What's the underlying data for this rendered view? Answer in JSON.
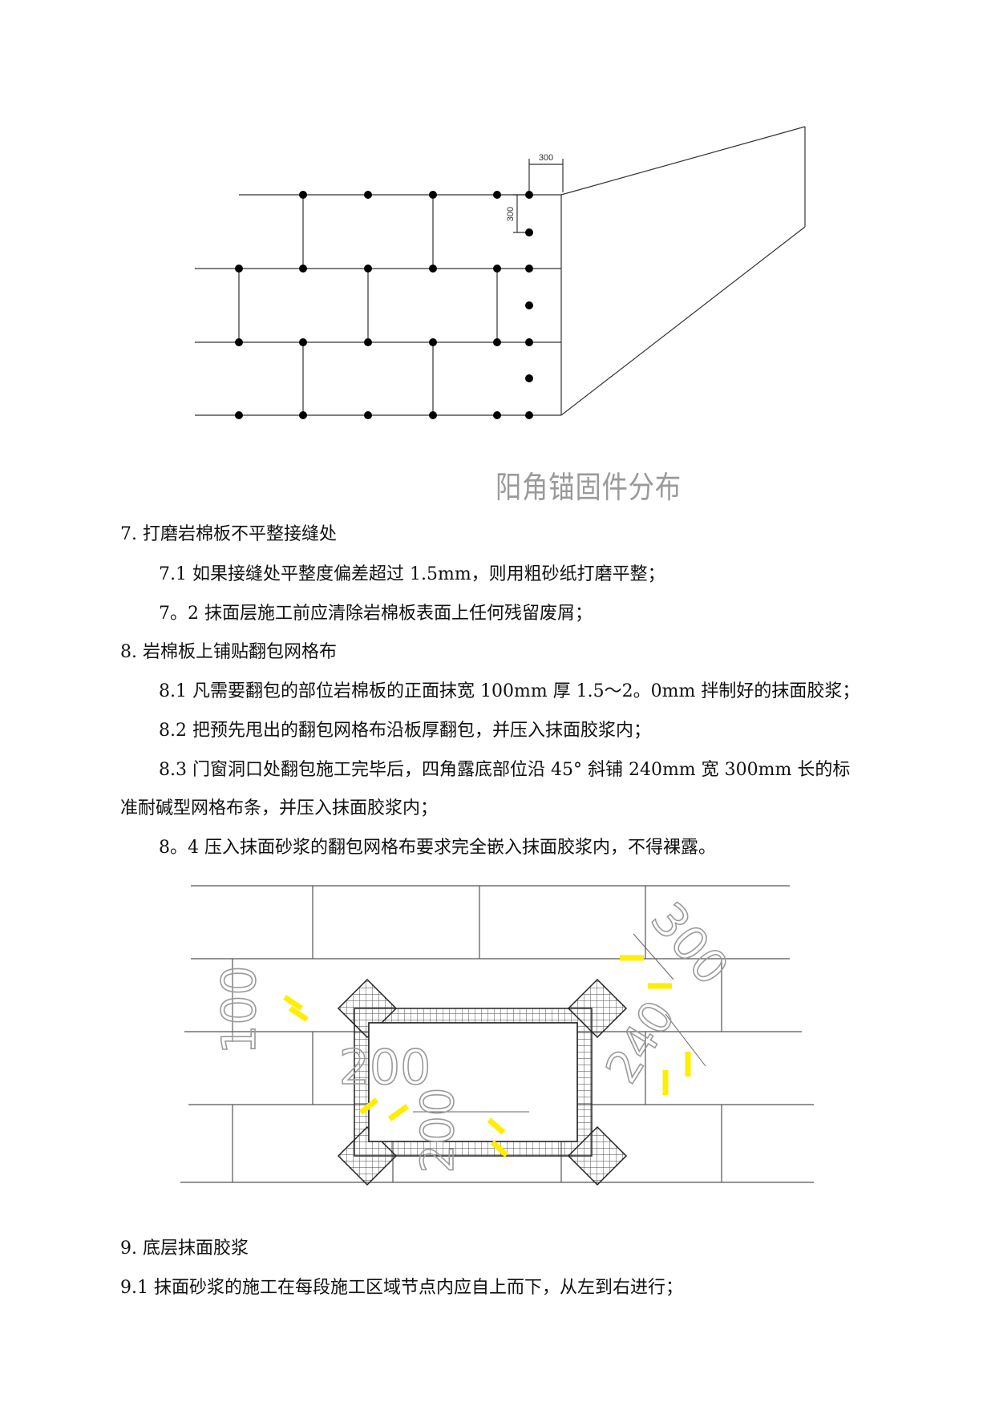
{
  "figure1": {
    "caption": "阳角锚固件分布",
    "dim_h": "300",
    "dim_v": "300"
  },
  "section7": {
    "heading": "7.  打磨岩棉板不平整接缝处",
    "items": [
      "7.1 如果接缝处平整度偏差超过 1.5mm，则用粗砂纸打磨平整；",
      "7。2 抹面层施工前应清除岩棉板表面上任何残留废屑；"
    ]
  },
  "section8": {
    "heading": "8.  岩棉板上铺贴翻包网格布",
    "items": [
      "8.1 凡需要翻包的部位岩棉板的正面抹宽 100mm 厚 1.5～2。0mm 拌制好的抹面胶浆；",
      "8.2 把预先甩出的翻包网格布沿板厚翻包，并压入抹面胶浆内；",
      "8.3 门窗洞口处翻包施工完毕后，四角露底部位沿 45° 斜铺 240mm 宽 300mm 长的标",
      "准耐碱型网格布条，并压入抹面胶浆内；",
      "8。4 压入抹面砂浆的翻包网格布要求完全嵌入抹面胶浆内，不得裸露。"
    ]
  },
  "figure2": {
    "dim_100": "100",
    "dim_200a": "200",
    "dim_200b": "200",
    "dim_300": "300",
    "dim_240": "240"
  },
  "section9": {
    "heading": "9.  底层抹面胶浆",
    "items": [
      "9.1 抹面砂浆的施工在每段施工区域节点内应自上而下，从左到右进行；"
    ]
  }
}
